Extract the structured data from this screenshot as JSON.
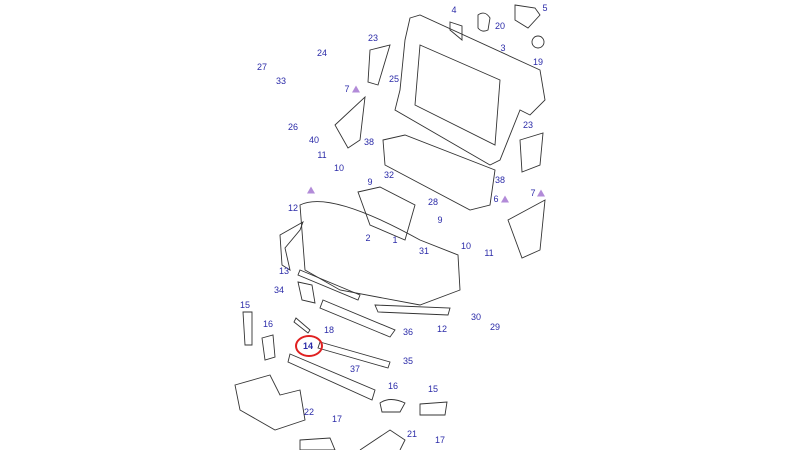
{
  "diagram": {
    "title": "Front bumper exploded parts diagram",
    "highlight_color": "#e02020",
    "label_color": "#2b2ba8",
    "highlighted_part": "14",
    "callouts": [
      "4",
      "5",
      "20",
      "3",
      "19",
      "23",
      "24",
      "27",
      "33",
      "25",
      "7",
      "26",
      "40",
      "38",
      "23",
      "11",
      "10",
      "9",
      "32",
      "38",
      "28",
      "6",
      "7",
      "12",
      "2",
      "1",
      "9",
      "10",
      "11",
      "31",
      "13",
      "34",
      "30",
      "29",
      "15",
      "16",
      "18",
      "36",
      "12",
      "14",
      "35",
      "37",
      "16",
      "15",
      "22",
      "17",
      "21",
      "17"
    ]
  }
}
